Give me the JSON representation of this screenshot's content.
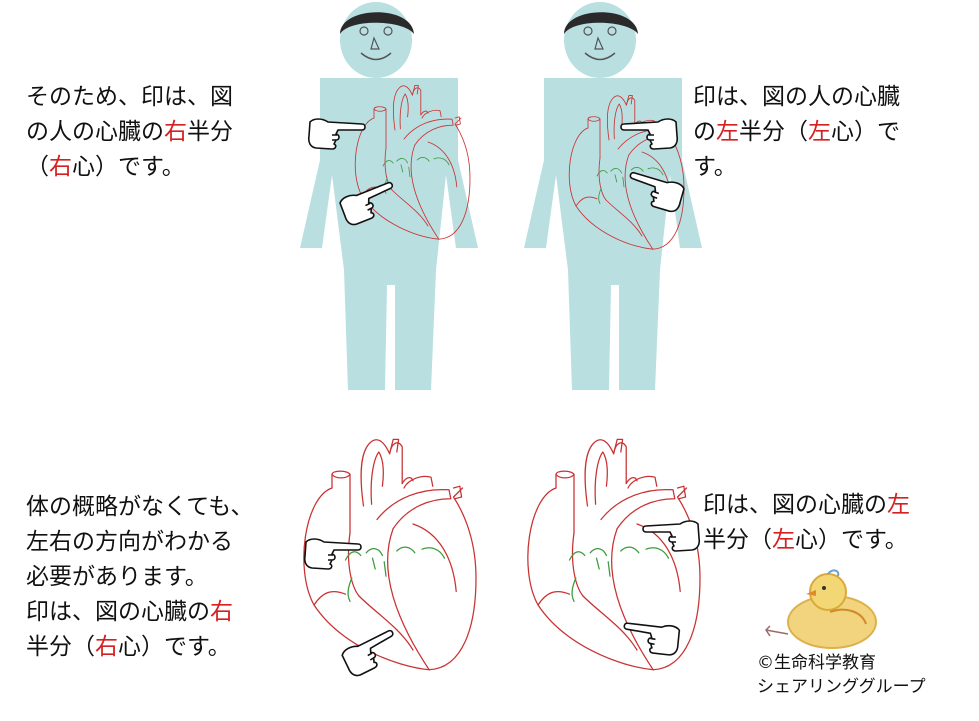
{
  "colors": {
    "body": "#b9dfe1",
    "hair": "#2a2a2a",
    "heart_outline": "#c93232",
    "vessel": "#3c9a3c",
    "highlight": "#d42020"
  },
  "panels": {
    "top_left": {
      "lines": [
        [
          {
            "t": "そのため、印は、図",
            "red": false
          }
        ],
        [
          {
            "t": "の人の心臓の",
            "red": false
          },
          {
            "t": "右",
            "red": true
          },
          {
            "t": "半分",
            "red": false
          }
        ],
        [
          {
            "t": "（",
            "red": false
          },
          {
            "t": "右",
            "red": true
          },
          {
            "t": "心）です。",
            "red": false
          }
        ]
      ]
    },
    "top_right": {
      "lines": [
        [
          {
            "t": "印は、図の人の心臓",
            "red": false
          }
        ],
        [
          {
            "t": "の",
            "red": false
          },
          {
            "t": "左",
            "red": true
          },
          {
            "t": "半分（",
            "red": false
          },
          {
            "t": "左",
            "red": true
          },
          {
            "t": "心）で",
            "red": false
          }
        ],
        [
          {
            "t": "す。",
            "red": false
          }
        ]
      ]
    },
    "bottom_left": {
      "lines": [
        [
          {
            "t": "体の概略がなくても、",
            "red": false
          }
        ],
        [
          {
            "t": "左右の方向がわかる",
            "red": false
          }
        ],
        [
          {
            "t": "必要があります。",
            "red": false
          }
        ],
        [
          {
            "t": "印は、図の心臓の",
            "red": false
          },
          {
            "t": "右",
            "red": true
          }
        ],
        [
          {
            "t": "半分（",
            "red": false
          },
          {
            "t": "右",
            "red": true
          },
          {
            "t": "心）です。",
            "red": false
          }
        ]
      ]
    },
    "bottom_right": {
      "lines": [
        [
          {
            "t": "印は、図の心臓の",
            "red": false
          },
          {
            "t": "左",
            "red": true
          }
        ],
        [
          {
            "t": "半分（",
            "red": false
          },
          {
            "t": "左",
            "red": true
          },
          {
            "t": "心）です。",
            "red": false
          }
        ]
      ]
    }
  },
  "credit": {
    "line1": "©生命科学教育",
    "line2": "シェアリンググループ"
  },
  "icons": [
    "human-figure-icon",
    "heart-outline-icon",
    "pointing-hand-icon",
    "chick-drawing-icon"
  ]
}
